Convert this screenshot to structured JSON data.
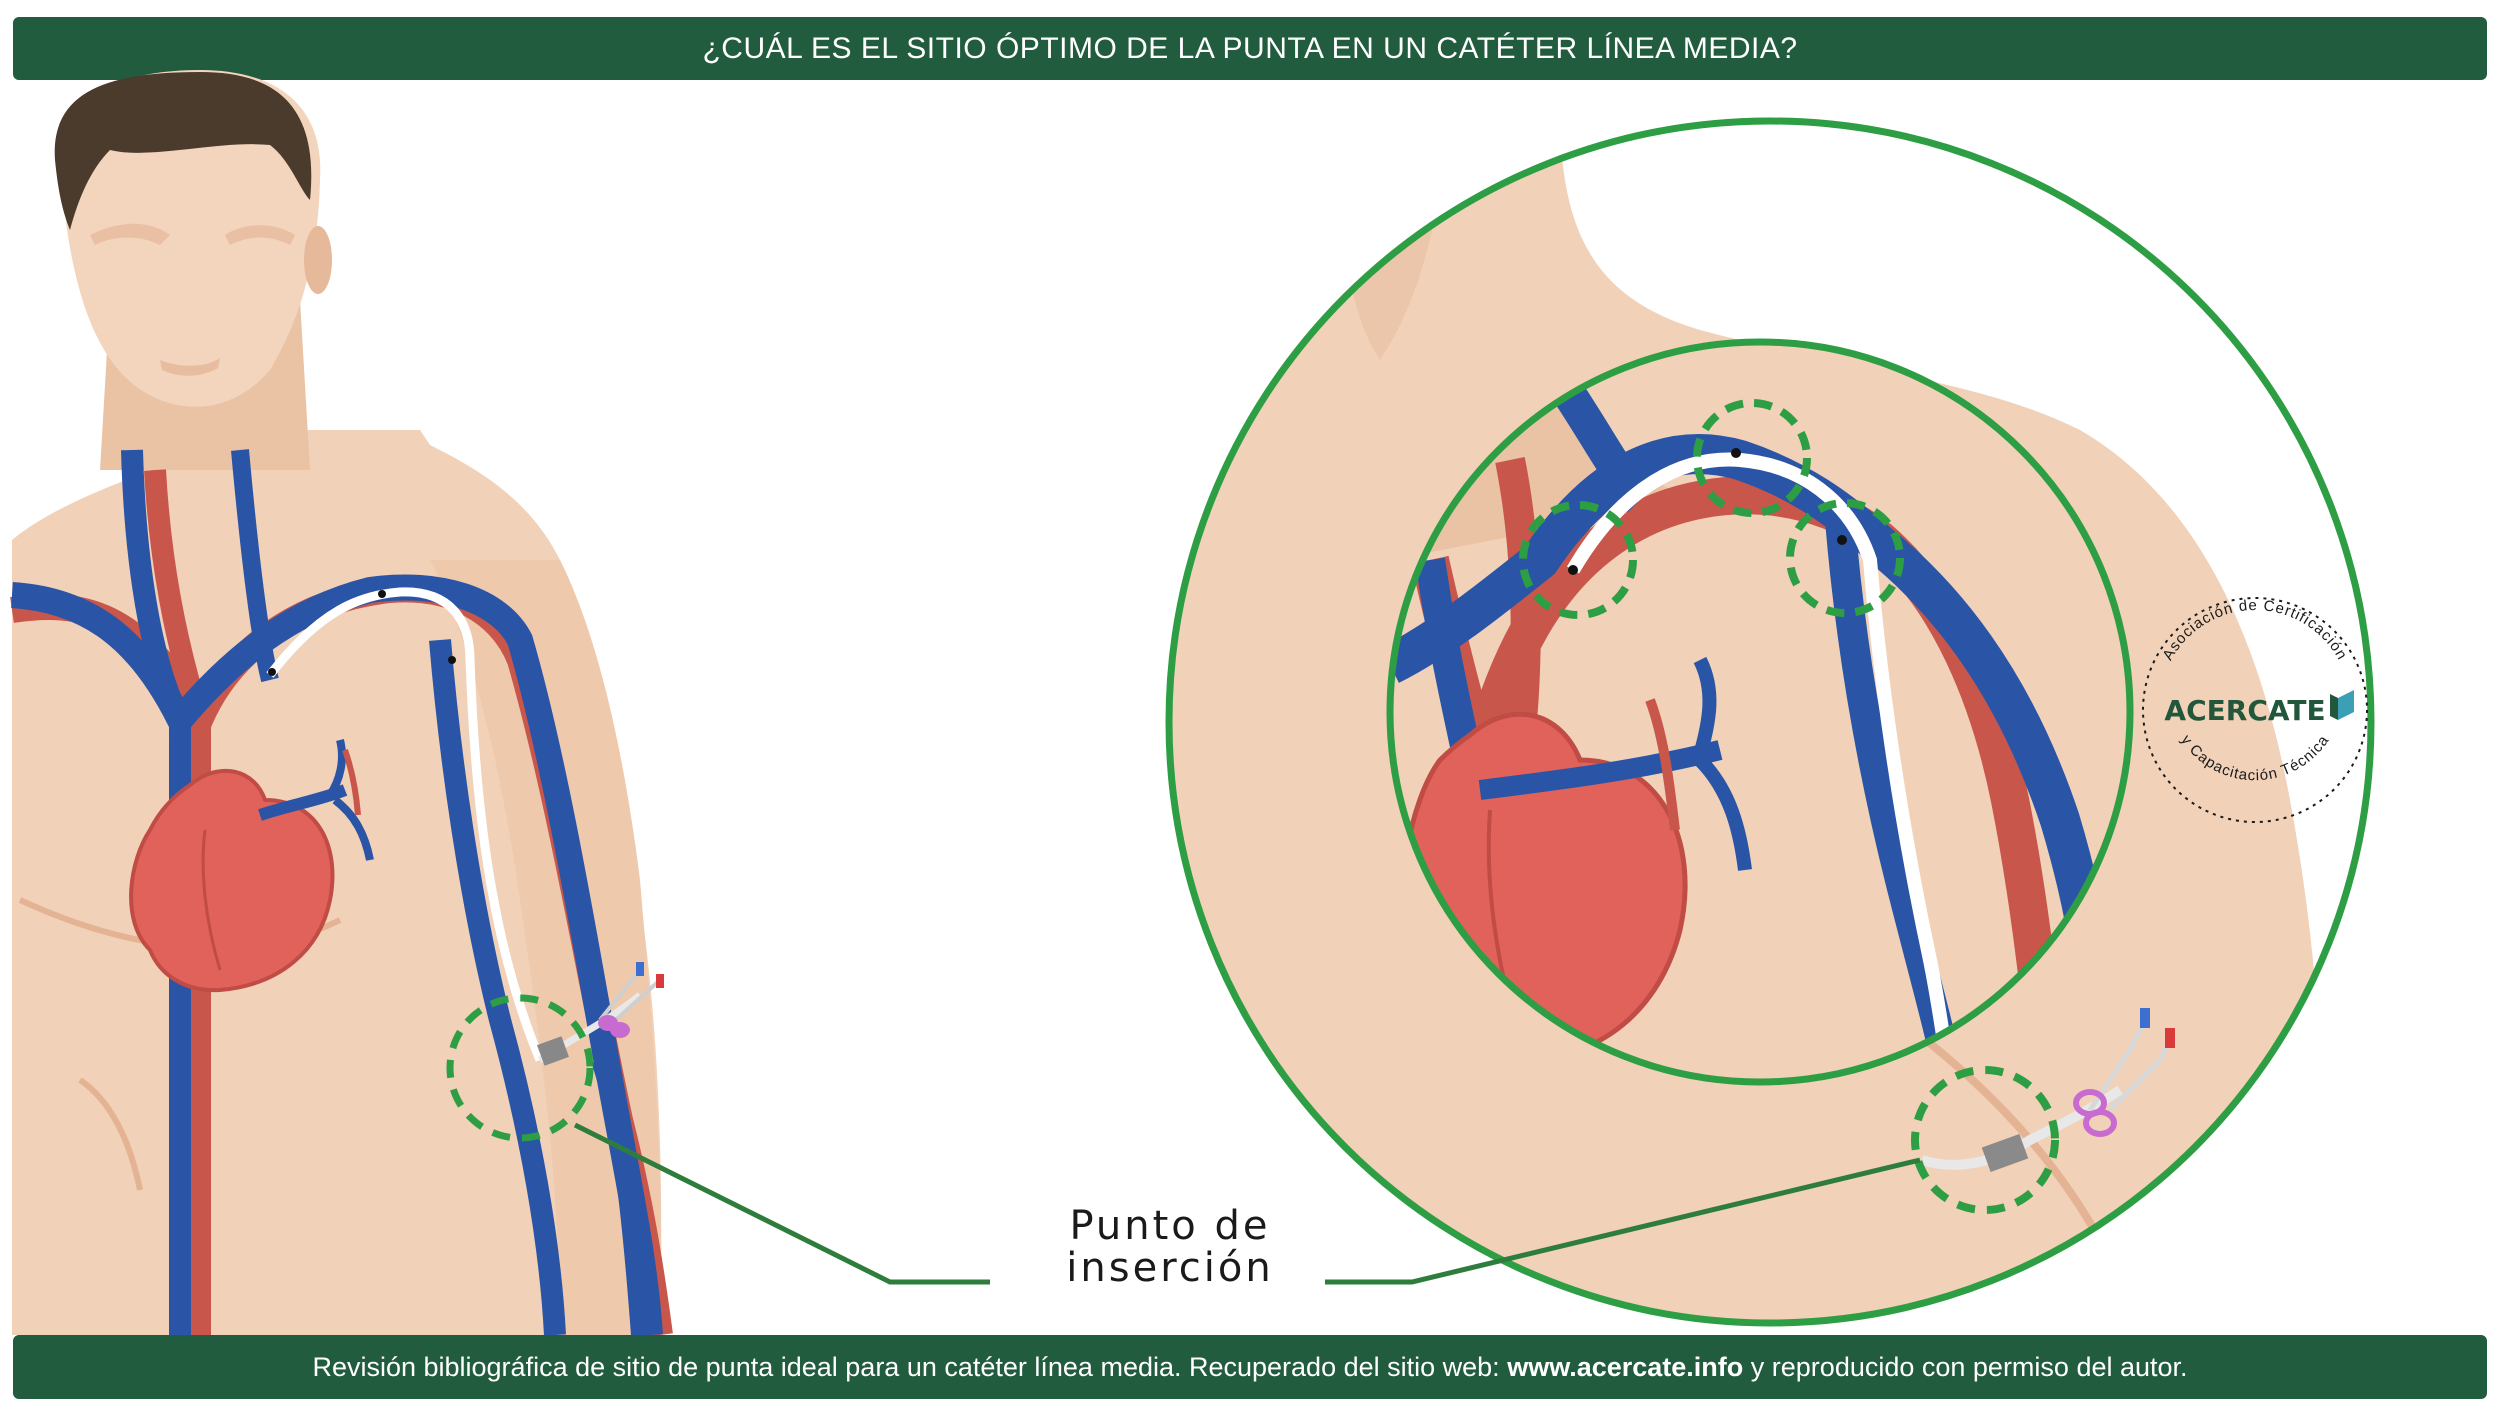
{
  "header": {
    "title": "¿CUÁL ES EL SITIO ÓPTIMO DE LA PUNTA EN UN CATÉTER LÍNEA MEDIA?"
  },
  "diagram": {
    "label_line1": "Punto de",
    "label_line2": "inserción"
  },
  "logo": {
    "arc_top": "Asociación de Certificación",
    "brand": "ACERCATE",
    "arc_bottom": "y Capacitación Técnica"
  },
  "footer": {
    "text_before": "Revisión bibliográfica de sitio de punta ideal para un catéter línea media. Recuperado del sitio web: ",
    "link": "www.acercate.info",
    "text_after": " y reproducido con permiso del autor."
  },
  "colors": {
    "banner": "#225c3e",
    "skin": "#f1d1b8",
    "vein": "#2a55a6",
    "artery": "#c9564b",
    "heart": "#e0625a",
    "hair": "#4a3b2c",
    "highlight_ring": "#2e9e44"
  }
}
